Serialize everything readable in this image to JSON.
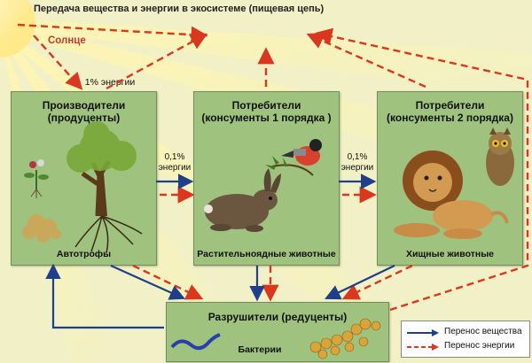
{
  "header": {
    "title": "Передача вещества и энергии в экосистеме (пищевая цепь)"
  },
  "sun": {
    "label": "Солнце",
    "energy_label": "1% энергии"
  },
  "producers": {
    "title_line1": "Производители",
    "title_line2": "(продуценты)",
    "caption": "Автотрофы"
  },
  "consumers1": {
    "title_line1": "Потребители",
    "title_line2": "(консументы 1 порядка )",
    "caption": "Растительноядные животные"
  },
  "consumers2": {
    "title_line1": "Потребители",
    "title_line2": "(консументы 2 порядка)",
    "caption": "Хищные животные"
  },
  "decomposers": {
    "title": "Разрушители (редуценты)",
    "caption": "Бактерии"
  },
  "transfer_1": {
    "line1": "0,1%",
    "line2": "энергии"
  },
  "transfer_2": {
    "line1": "0,1%",
    "line2": "энергии"
  },
  "legend": {
    "substance": "Перенос вещества",
    "energy": "Перенос энергии"
  },
  "colors": {
    "substance_arrow": "#1f3f8a",
    "energy_arrow": "#d9381e",
    "box_fill": "#9fc27f",
    "background": "#f1f0c6"
  }
}
